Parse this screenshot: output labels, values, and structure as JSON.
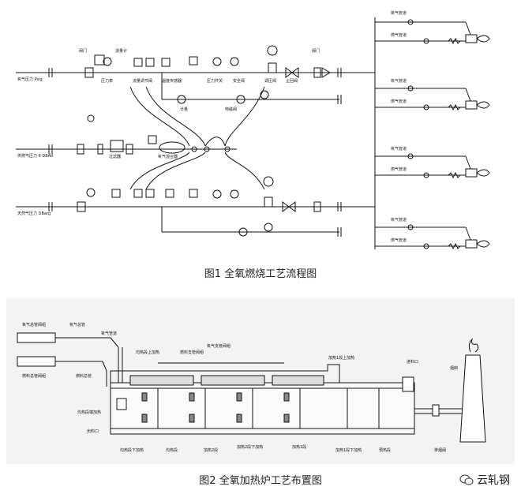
{
  "figure1": {
    "caption": "图1 全氧燃烧工艺流程图",
    "lines": {
      "oxygen_inlet": "氧气压力 Psig",
      "fuel_inlet": "供燃气压力 6 DBAR",
      "other_inlet": "天然气压力 DBarg"
    },
    "labels": {
      "valve": "阀门",
      "pressure_gauge": "压力表",
      "flow_meter": "流量计",
      "filter": "过滤器",
      "regulator": "调压阀",
      "meter": "计量",
      "solenoid": "电磁阀",
      "check_valve": "止回阀",
      "burner_pipe_o2": "氧气管道",
      "burner_pipe_fuel": "燃气管道",
      "safety": "安全阀",
      "pressure_switch": "压力开关",
      "temp_sensor": "温度传感器",
      "flow_control": "流量调节阀",
      "o2_mixer": "氧气混合器"
    }
  },
  "figure2": {
    "caption": "图2 全氧加热炉工艺布置图",
    "labels": {
      "o2_main_valve_group": "氧气总管阀组",
      "o2_main": "氧气总管",
      "o2_pipe": "氧气管道",
      "fuel_main_valve_group": "燃料总管阀组",
      "fuel_main": "燃料总管",
      "soak_upper": "均热段上加热",
      "fuel_branch_valve": "燃料支管阀组",
      "o2_branch_valve": "氧气支管阀组",
      "heat1_upper": "加热1段上加热",
      "charging_door": "进料口",
      "chimney": "烟囱",
      "soak_end": "均热段端加热",
      "discharge": "出料口",
      "soak_lower": "均热段下加热",
      "soak_zone": "均热段",
      "heat2": "加热2段",
      "heat2_lower": "加热2段下加热",
      "heat1": "加热1段",
      "heat1_lower": "加热1段下加热",
      "preheat": "预热段",
      "flue_gate": "排烟阀"
    }
  },
  "watermark": "云轧钢"
}
